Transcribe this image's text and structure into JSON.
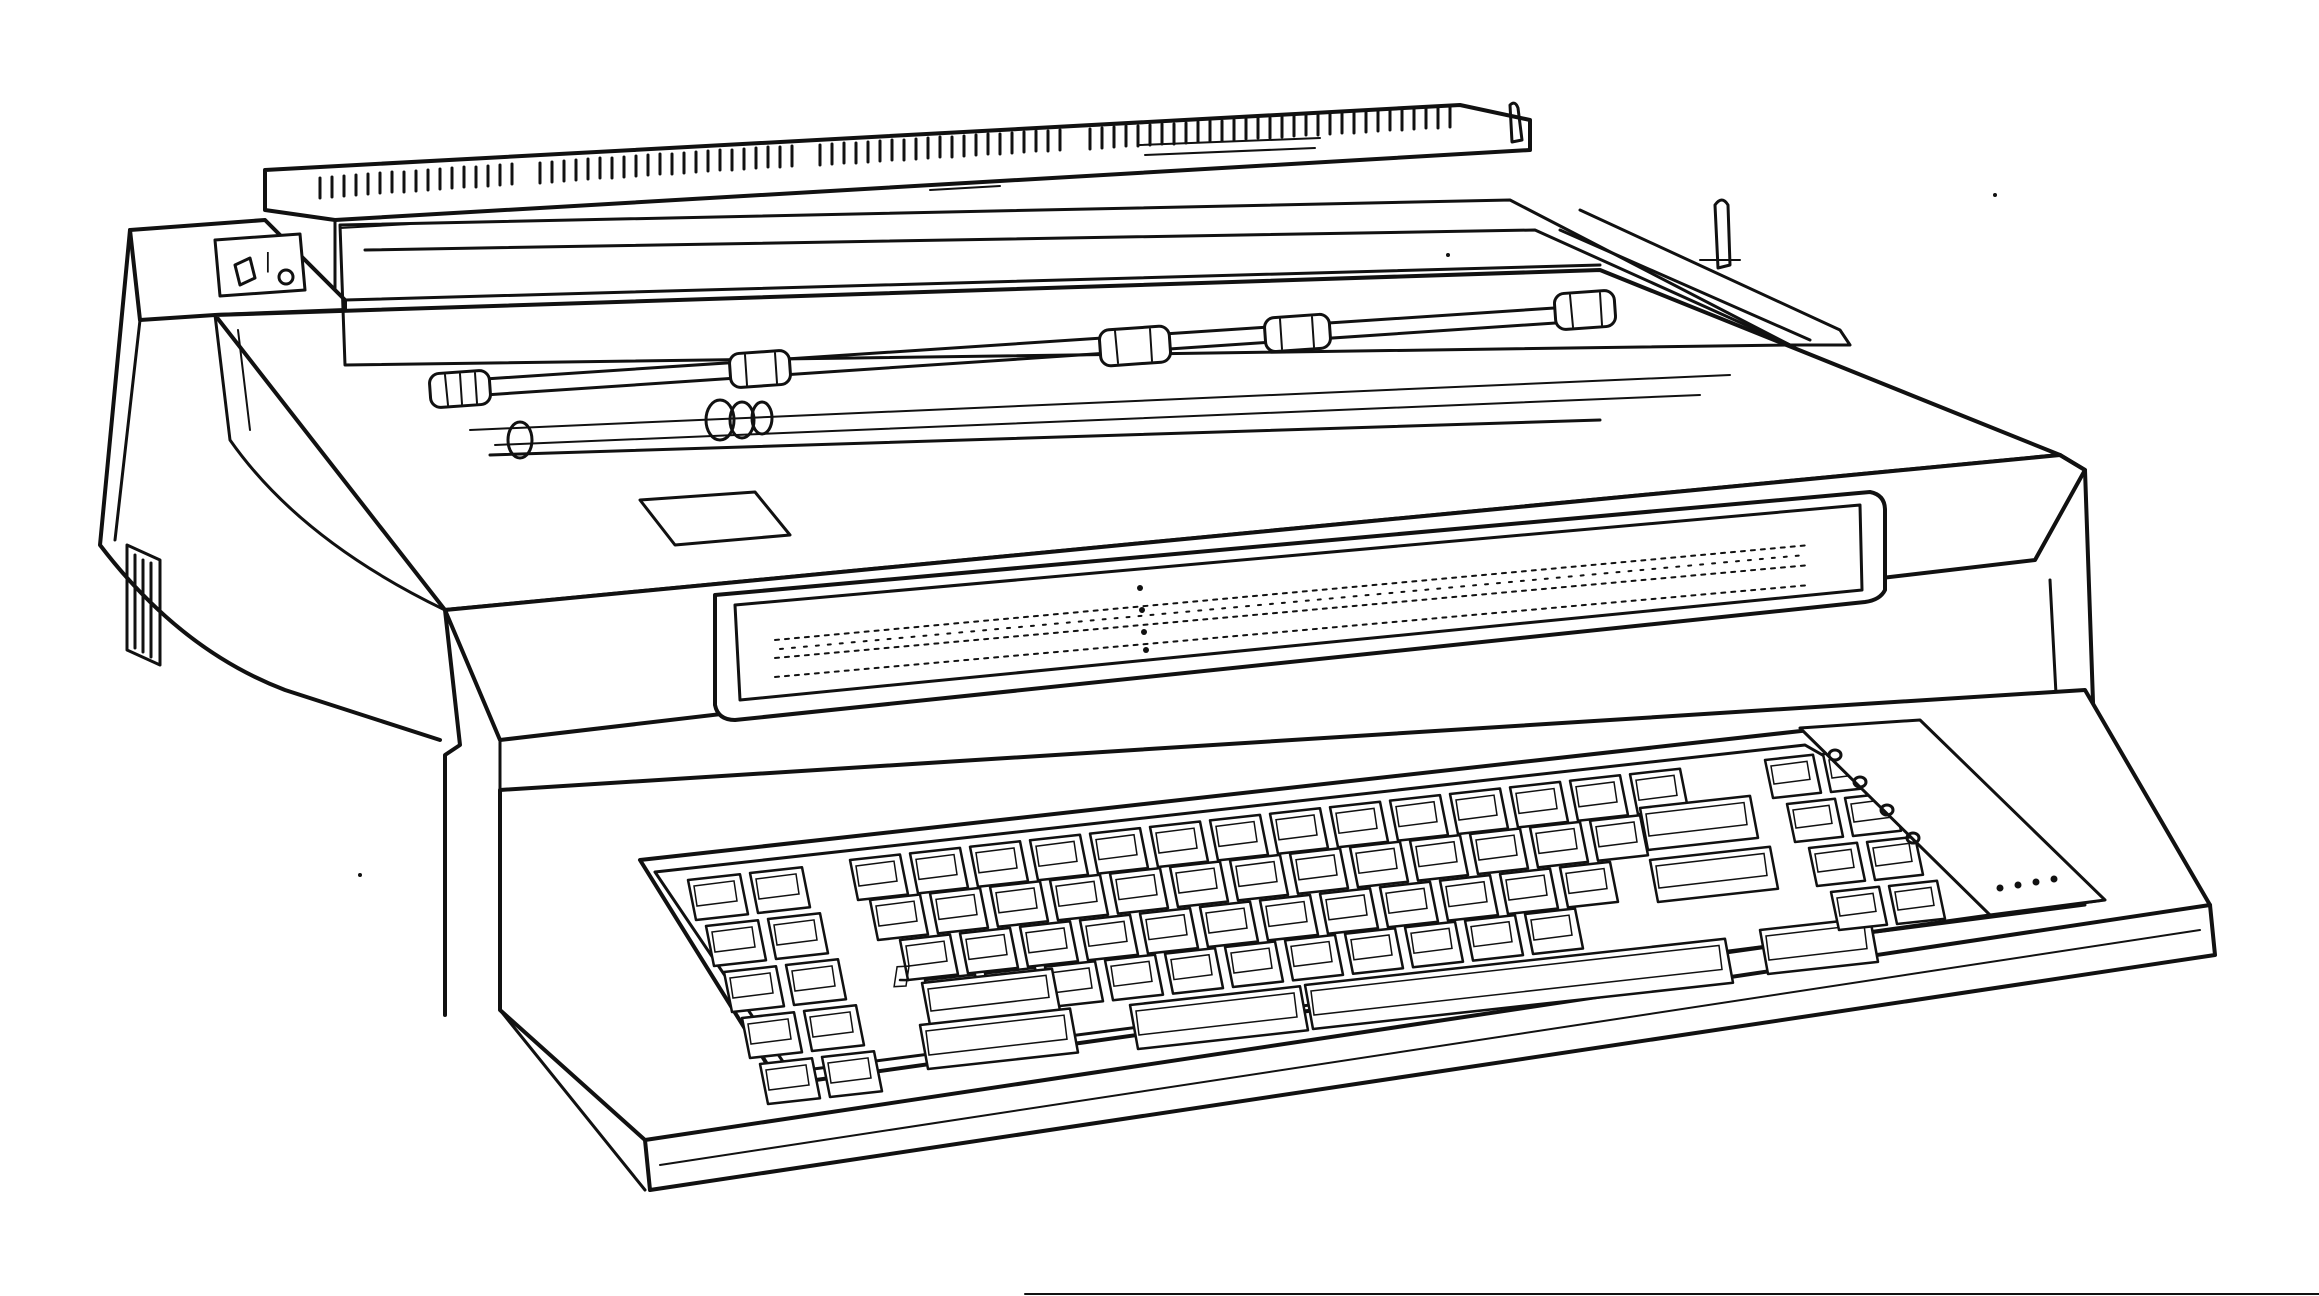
{
  "image": {
    "subject": "electronic-typewriter-line-drawing",
    "style": "black-ink-line-art",
    "colors": {
      "ink": "#111111",
      "paper": "#ffffff"
    }
  },
  "typewriter": {
    "power_switch_glyphs": [
      "|",
      "O"
    ],
    "indicator_light_count": 4,
    "status_dot_count": 4,
    "paper_bail_roller_count": 5
  }
}
